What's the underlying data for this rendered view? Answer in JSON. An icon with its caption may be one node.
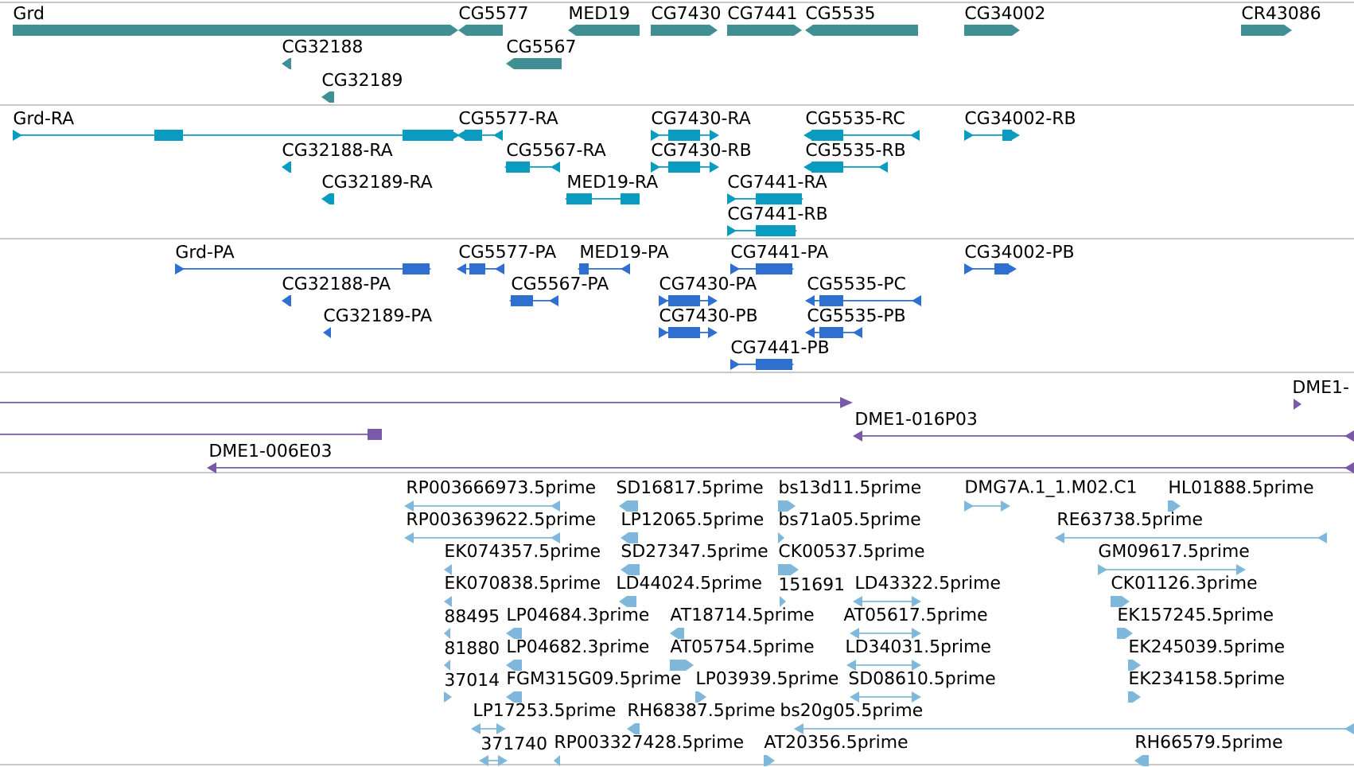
{
  "diagram": {
    "labels": [
      "Grd",
      "CG5577",
      "MED19",
      "CG7430",
      "CG7441",
      "CG5535",
      "CG34002",
      "CR43086",
      "CG32188",
      "CG5567",
      "CG32189",
      "Grd-RA",
      "CG5577-RA",
      "CG7430-RA",
      "CG5535-RC",
      "CG34002-RB",
      "CG32188-RA",
      "CG5567-RA",
      "CG7430-RB",
      "CG5535-RB",
      "CG32189-RA",
      "MED19-RA",
      "CG7441-RA",
      "CG7441-RB",
      "Grd-PA",
      "CG5577-PA",
      "MED19-PA",
      "CG7441-PA",
      "CG34002-PB",
      "CG32188-PA",
      "CG5567-PA",
      "CG7430-PA",
      "CG5535-PC",
      "CG32189-PA",
      "CG7430-PB",
      "CG5535-PB",
      "CG7441-PB",
      "DME1-",
      "DME1-016P03",
      "DME1-006E03",
      "RP003666973.5prime",
      "SD16817.5prime",
      "bs13d11.5prime",
      "DMG7A.1_1.M02.C1",
      "HL01888.5prime",
      "RP003639622.5prime",
      "LP12065.5prime",
      "bs71a05.5prime",
      "RE63738.5prime",
      "EK074357.5prime",
      "SD27347.5prime",
      "CK00537.5prime",
      "GM09617.5prime",
      "EK070838.5prime",
      "LD44024.5prime",
      "151691",
      "LD43322.5prime",
      "CK01126.3prime",
      "88495",
      "LP04684.3prime",
      "AT18714.5prime",
      "AT05617.5prime",
      "EK157245.5prime",
      "81880",
      "LP04682.3prime",
      "AT05754.5prime",
      "LD34031.5prime",
      "EK245039.5prime",
      "37014",
      "FGM315G09.5prime",
      "LP03939.5prime",
      "SD08610.5prime",
      "EK234158.5prime",
      "LP17253.5prime",
      "RH68387.5prime",
      "bs20g05.5prime",
      "371740",
      "RP003327428.5prime",
      "AT20356.5prime",
      "RH66579.5prime"
    ]
  }
}
